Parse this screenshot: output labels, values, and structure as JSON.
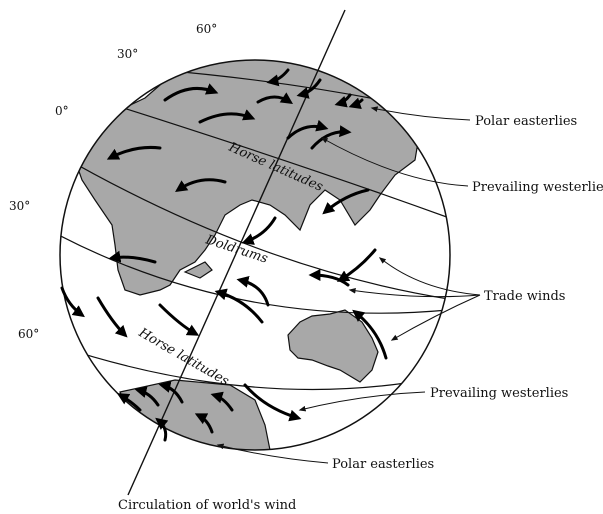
{
  "latitude_labels": {
    "north_60": "60°",
    "north_30": "30°",
    "equator": "0°",
    "south_30": "30°",
    "south_60": "60°"
  },
  "zone_labels": {
    "horse_latitudes_north": "Horse latitudes",
    "doldrums": "Doldrums",
    "horse_latitudes_south": "Horse latitudes"
  },
  "callouts": {
    "polar_easterlies_north": "Polar easterlies",
    "prevailing_westerlies_north": "Prevailing westerlies",
    "trade_winds": "Trade winds",
    "prevailing_westerlies_south": "Prevailing westerlies",
    "polar_easterlies_south": "Polar easterlies"
  },
  "caption": "Circulation of world's wind"
}
